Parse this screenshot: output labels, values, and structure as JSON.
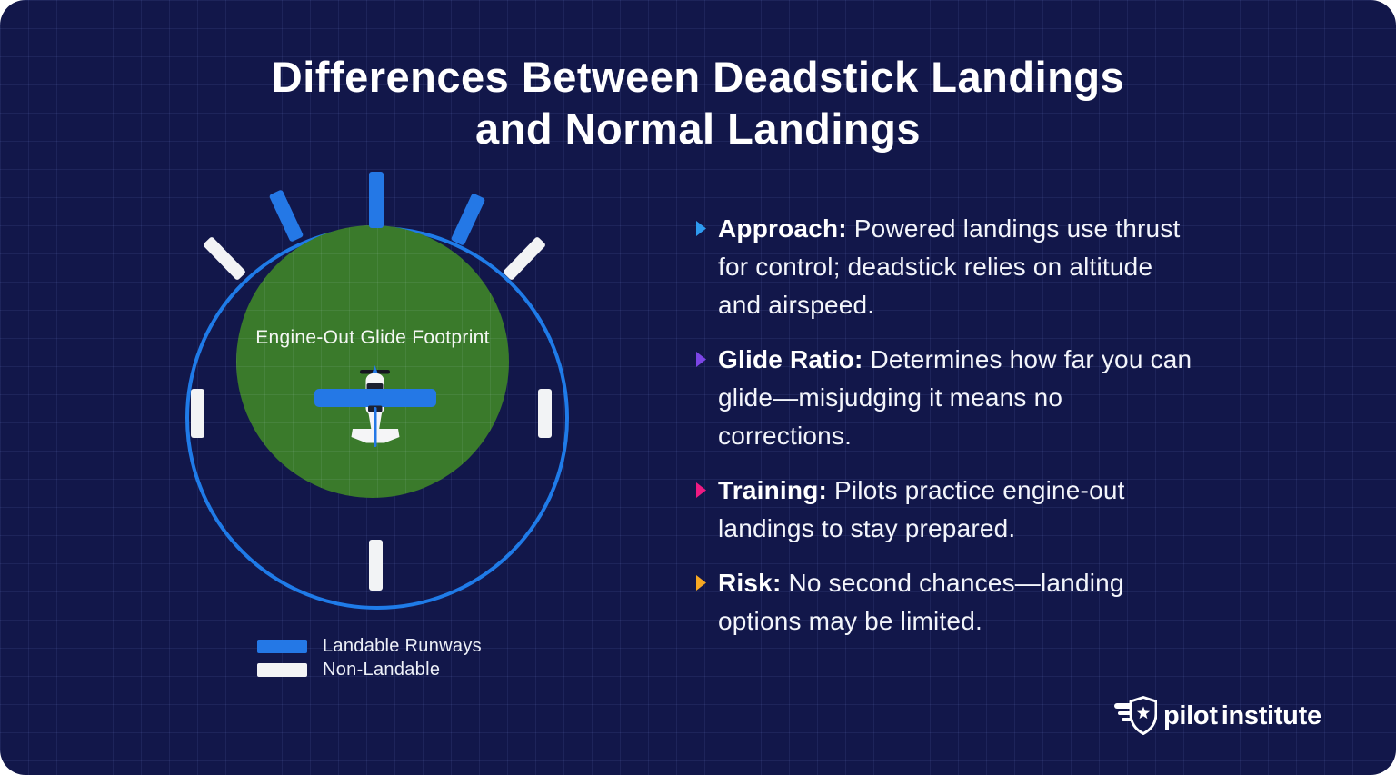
{
  "page": {
    "title_line1": "Differences Between Deadstick Landings",
    "title_line2": "and Normal Landings"
  },
  "diagram": {
    "footprint_label": "Engine-Out Glide Footprint",
    "colors": {
      "landable": "#2478E6",
      "non_landable": "#F2F3F5",
      "footprint_green": "#3A7A2B",
      "glide_ring_blue": "#1F7BE8"
    },
    "legend": {
      "landable_label": "Landable Runways",
      "non_landable_label": "Non-Landable"
    }
  },
  "bullets": [
    {
      "lead": "Approach:",
      "line1": " Powered landings use thrust",
      "line2": "for control; deadstick relies on altitude",
      "line3": "and airspeed.",
      "color": "#2E9BF0"
    },
    {
      "lead": "Glide Ratio:",
      "line1": " Determines how far you can",
      "line2": "glide—misjudging it means no",
      "line3": "corrections.",
      "color": "#7C45E6"
    },
    {
      "lead": "Training:",
      "line1": " Pilots practice engine-out",
      "line2": "landings to stay prepared.",
      "color": "#EF1A82"
    },
    {
      "lead": "Risk:",
      "line1": " No second chances—landing",
      "line2": "options may be limited.",
      "color": "#F7A823"
    }
  ],
  "logo": {
    "word1": "pilot",
    "word2": "institute"
  }
}
